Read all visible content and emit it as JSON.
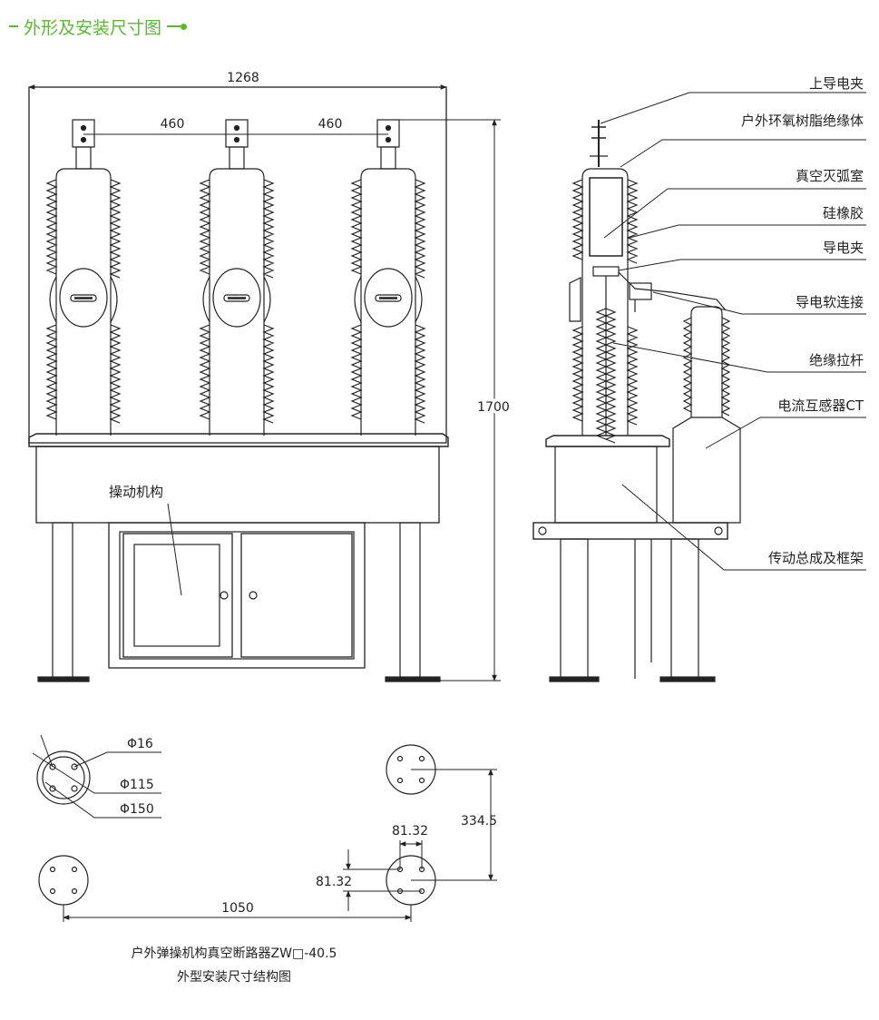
{
  "section_title": "外形及安装尺寸图",
  "dimensions": {
    "overall_width": "1268",
    "phase_spacing_1": "460",
    "phase_spacing_2": "460",
    "overall_height": "1700",
    "bolt_hole": "Φ16",
    "bolt_circle": "Φ115",
    "flange_diameter": "Φ150",
    "foot_spacing_vertical": "334.5",
    "hole_offset_x": "81.32",
    "hole_offset_y": "81.32",
    "foot_spacing_horizontal": "1050"
  },
  "labels": {
    "operating_mechanism": "操动机构",
    "upper_clamp": "上导电夹",
    "epoxy_insulator": "户外环氧树脂绝缘体",
    "vacuum_interrupter": "真空灭弧室",
    "silicone_rubber": "硅橡胶",
    "conductive_clamp": "导电夹",
    "flexible_connection": "导电软连接",
    "insulating_rod": "绝缘拉杆",
    "current_transformer": "电流互感器CT",
    "transmission_frame": "传动总成及框架"
  },
  "caption": {
    "line1": "户外弹操机构真空断路器ZW□-40.5",
    "line2": "外型安装尺寸结构图"
  },
  "colors": {
    "accent": "#5fb53a",
    "line": "#222222"
  }
}
